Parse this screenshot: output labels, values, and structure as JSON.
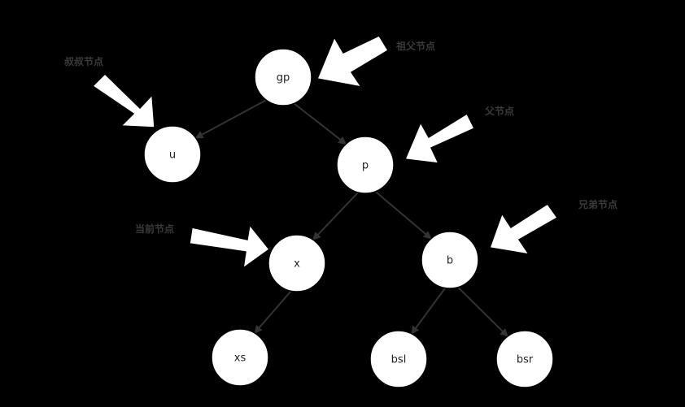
{
  "nodes": {
    "gp": "gp",
    "u": "u",
    "p": "p",
    "x": "x",
    "b": "b",
    "xs": "xs",
    "bsl": "bsl",
    "bsr": "bsr"
  },
  "labels": {
    "grandparent": "祖父节点",
    "uncle": "叔叔节点",
    "parent": "父节点",
    "current": "当前节点",
    "sibling": "兄弟节点"
  },
  "edges": [
    [
      "gp",
      "u"
    ],
    [
      "gp",
      "p"
    ],
    [
      "p",
      "x"
    ],
    [
      "p",
      "b"
    ],
    [
      "x",
      "xs"
    ],
    [
      "b",
      "bsl"
    ],
    [
      "b",
      "bsr"
    ]
  ],
  "colors": {
    "background": "#000000",
    "node_fill": "#ffffff",
    "edge": "#333333",
    "label": "#3a3a3a"
  }
}
